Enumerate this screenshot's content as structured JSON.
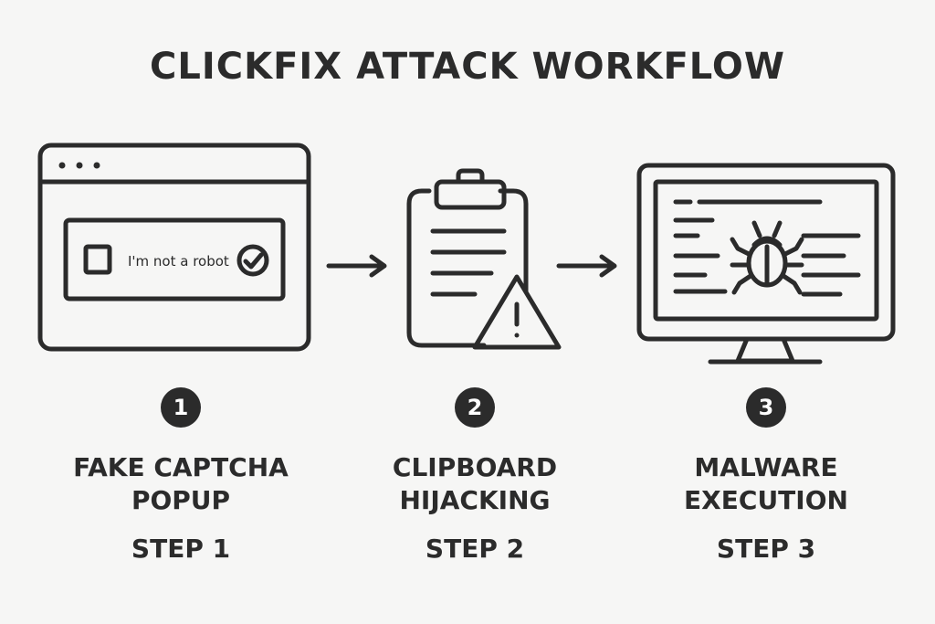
{
  "title": "CLICKFIX ATTACK WORKFLOW",
  "captcha_text": "I'm not a robot",
  "steps": [
    {
      "number": "1",
      "title_lines": [
        "FAKE CAPTCHA",
        "POPUP"
      ],
      "label": "STEP 1",
      "icon": "browser-window-captcha-icon"
    },
    {
      "number": "2",
      "title_lines": [
        "CLIPBOARD",
        "HIJACKING"
      ],
      "label": "STEP 2",
      "icon": "clipboard-warning-icon"
    },
    {
      "number": "3",
      "title_lines": [
        "MALWARE",
        "EXECUTION"
      ],
      "label": "STEP 3",
      "icon": "monitor-bug-icon"
    }
  ],
  "colors": {
    "ink": "#2b2b2b",
    "background": "#f6f6f5"
  }
}
